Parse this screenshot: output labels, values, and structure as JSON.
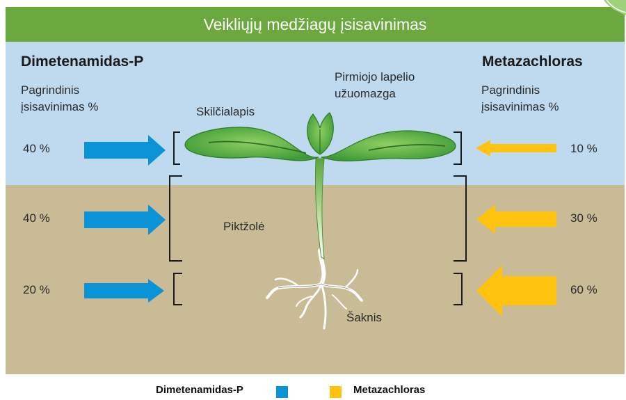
{
  "title": "Veikliųjų medžiagų įsisavinimas",
  "left": {
    "heading": "Dimetenamidas-P",
    "subheading": "Pagrindinis įsisavinimas %",
    "values": [
      "40 %",
      "40 %",
      "20 %"
    ],
    "color": "#0a93d6"
  },
  "right": {
    "heading": "Metazachloras",
    "subheading": "Pagrindinis įsisavinimas %",
    "values": [
      "10 %",
      "30 %",
      "60 %"
    ],
    "color": "#ffc20e"
  },
  "plant_labels": {
    "cotyledon": "Skilčialapis",
    "primary_leaf": "Pirmiojo lapelio užuomazga",
    "weed": "Piktžolė",
    "root": "Šaknis"
  },
  "legend": {
    "left_label": "Dimetenamidas-P",
    "right_label": "Metazachloras"
  },
  "colors": {
    "title_bar": "#6ba83d",
    "sky": "#bfd9ee",
    "soil": "#cabb97"
  }
}
